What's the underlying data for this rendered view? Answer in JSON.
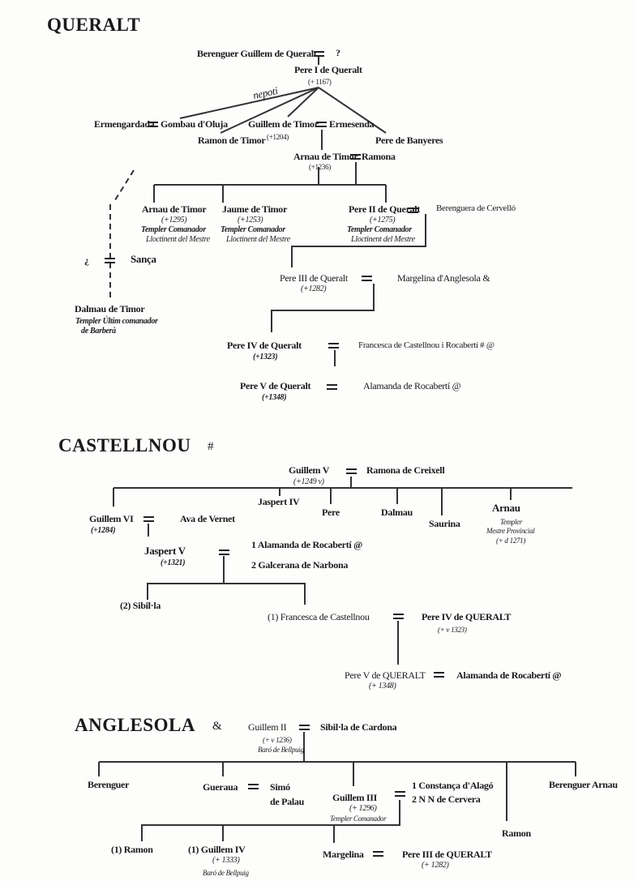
{
  "queralt": {
    "title": "QUERALT",
    "berenguer_guillem": "Berenguer Guillem de Queralt",
    "unknown_spouse": "?",
    "pere1": "Pere I de Queralt",
    "pere1_dates": "(+ 1167)",
    "nepoti": "nepoti",
    "ermengardada": "Ermengardada",
    "gombau": "Gombau d'Oluja",
    "ramon_timor": "Ramon de Timor",
    "guillem_timor": "Guillem de Timor",
    "guillem_timor_dates": "(+1204)",
    "ermesenda": "Ermesenda",
    "pere_banyeres": "Pere de Banyeres",
    "arnau_timor": "Arnau de Timor",
    "arnau_timor_dates": "(+1236)",
    "ramona": "Ramona",
    "arnau_timor2": "Arnau de Timor",
    "arnau_timor2_dates": "(+1295)",
    "jaume_timor": "Jaume de Timor",
    "jaume_timor_dates": "(+1253)",
    "pere2": "Pere II de Queralt",
    "pere2_dates": "(+1275)",
    "berenguera": "Berenguera de Cervelló",
    "templer_comanador": "Templer  Comanador",
    "lloctinent": "Lloctinent del Mestre",
    "question_mark_inv": "¿",
    "sanca": "Sança",
    "dalmau_timor": "Dalmau de Timor",
    "dalmau_role": "Templer Últim comanador",
    "dalmau_place": "de Barberà",
    "pere3": "Pere III de Queralt",
    "pere3_dates": "(+1282)",
    "margelina": "Margelina d'Anglesola  &",
    "pere4": "Pere IV de Queralt",
    "pere4_dates": "(+1323)",
    "francesca": "Francesca de Castellnou i Rocabertí  # @",
    "pere5": "Pere V de Queralt",
    "pere5_dates": "(+1348)",
    "alamanda": "Alamanda de Rocabertí @"
  },
  "castellnou": {
    "title": "CASTELLNOU",
    "mark": "#",
    "guillem5": "Guillem V",
    "guillem5_dates": "(+1249 v)",
    "ramona_creixell": "Ramona de Creixell",
    "guillem6": "Guillem VI",
    "guillem6_dates": "(+1284)",
    "ava": "Ava de Vernet",
    "jaspert4": "Jaspert IV",
    "pere": "Pere",
    "dalmau": "Dalmau",
    "saurina": "Saurina",
    "arnau": "Arnau",
    "arnau_role1": "Templer",
    "arnau_role2": "Mestre Provincial",
    "arnau_dates": "(+ d 1271)",
    "jaspert5": "Jaspert V",
    "jaspert5_dates": "(+1321)",
    "wife1": "1  Alamanda de Rocabertí  @",
    "wife2": "2  Galcerana de Narbona",
    "sibilla": "(2) Sibil·la",
    "francesca": "(1) Francesca de Castellnou",
    "pere4": "Pere IV de QUERALT",
    "pere4_dates": "(+ v 1323)",
    "pere5": "Pere V de QUERALT",
    "pere5_dates": "(+ 1348)",
    "alamanda": "Alamanda de Rocabertí @"
  },
  "anglesola": {
    "title": "ANGLESOLA",
    "mark": "&",
    "guillem2": "Guillem II",
    "guillem2_dates": "(+ v 1236)",
    "guillem2_title": "Baró de Bellpuig",
    "sibilla": "Sibil·la de Cardona",
    "berenguer": "Berenguer",
    "gueraua": "Gueraua",
    "simo1": "Simó",
    "simo2": "de Palau",
    "guillem3": "Guillem III",
    "guillem3_dates": "(+ 1296)",
    "guillem3_role": "Templer Comanador",
    "wife1": "1 Constança d'Alagó",
    "wife2": "2 N N de Cervera",
    "ramon": "Ramon",
    "berenguer_arnau": "Berenguer Arnau",
    "ramon1": "(1) Ramon",
    "guillem4": "(1) Guillem IV",
    "guillem4_dates": "(+ 1333)",
    "guillem4_title": "Baró de Bellpuig",
    "margelina": "Margelina",
    "pere3": "Pere III de QUERALT",
    "pere3_dates": "(+ 1282)"
  }
}
